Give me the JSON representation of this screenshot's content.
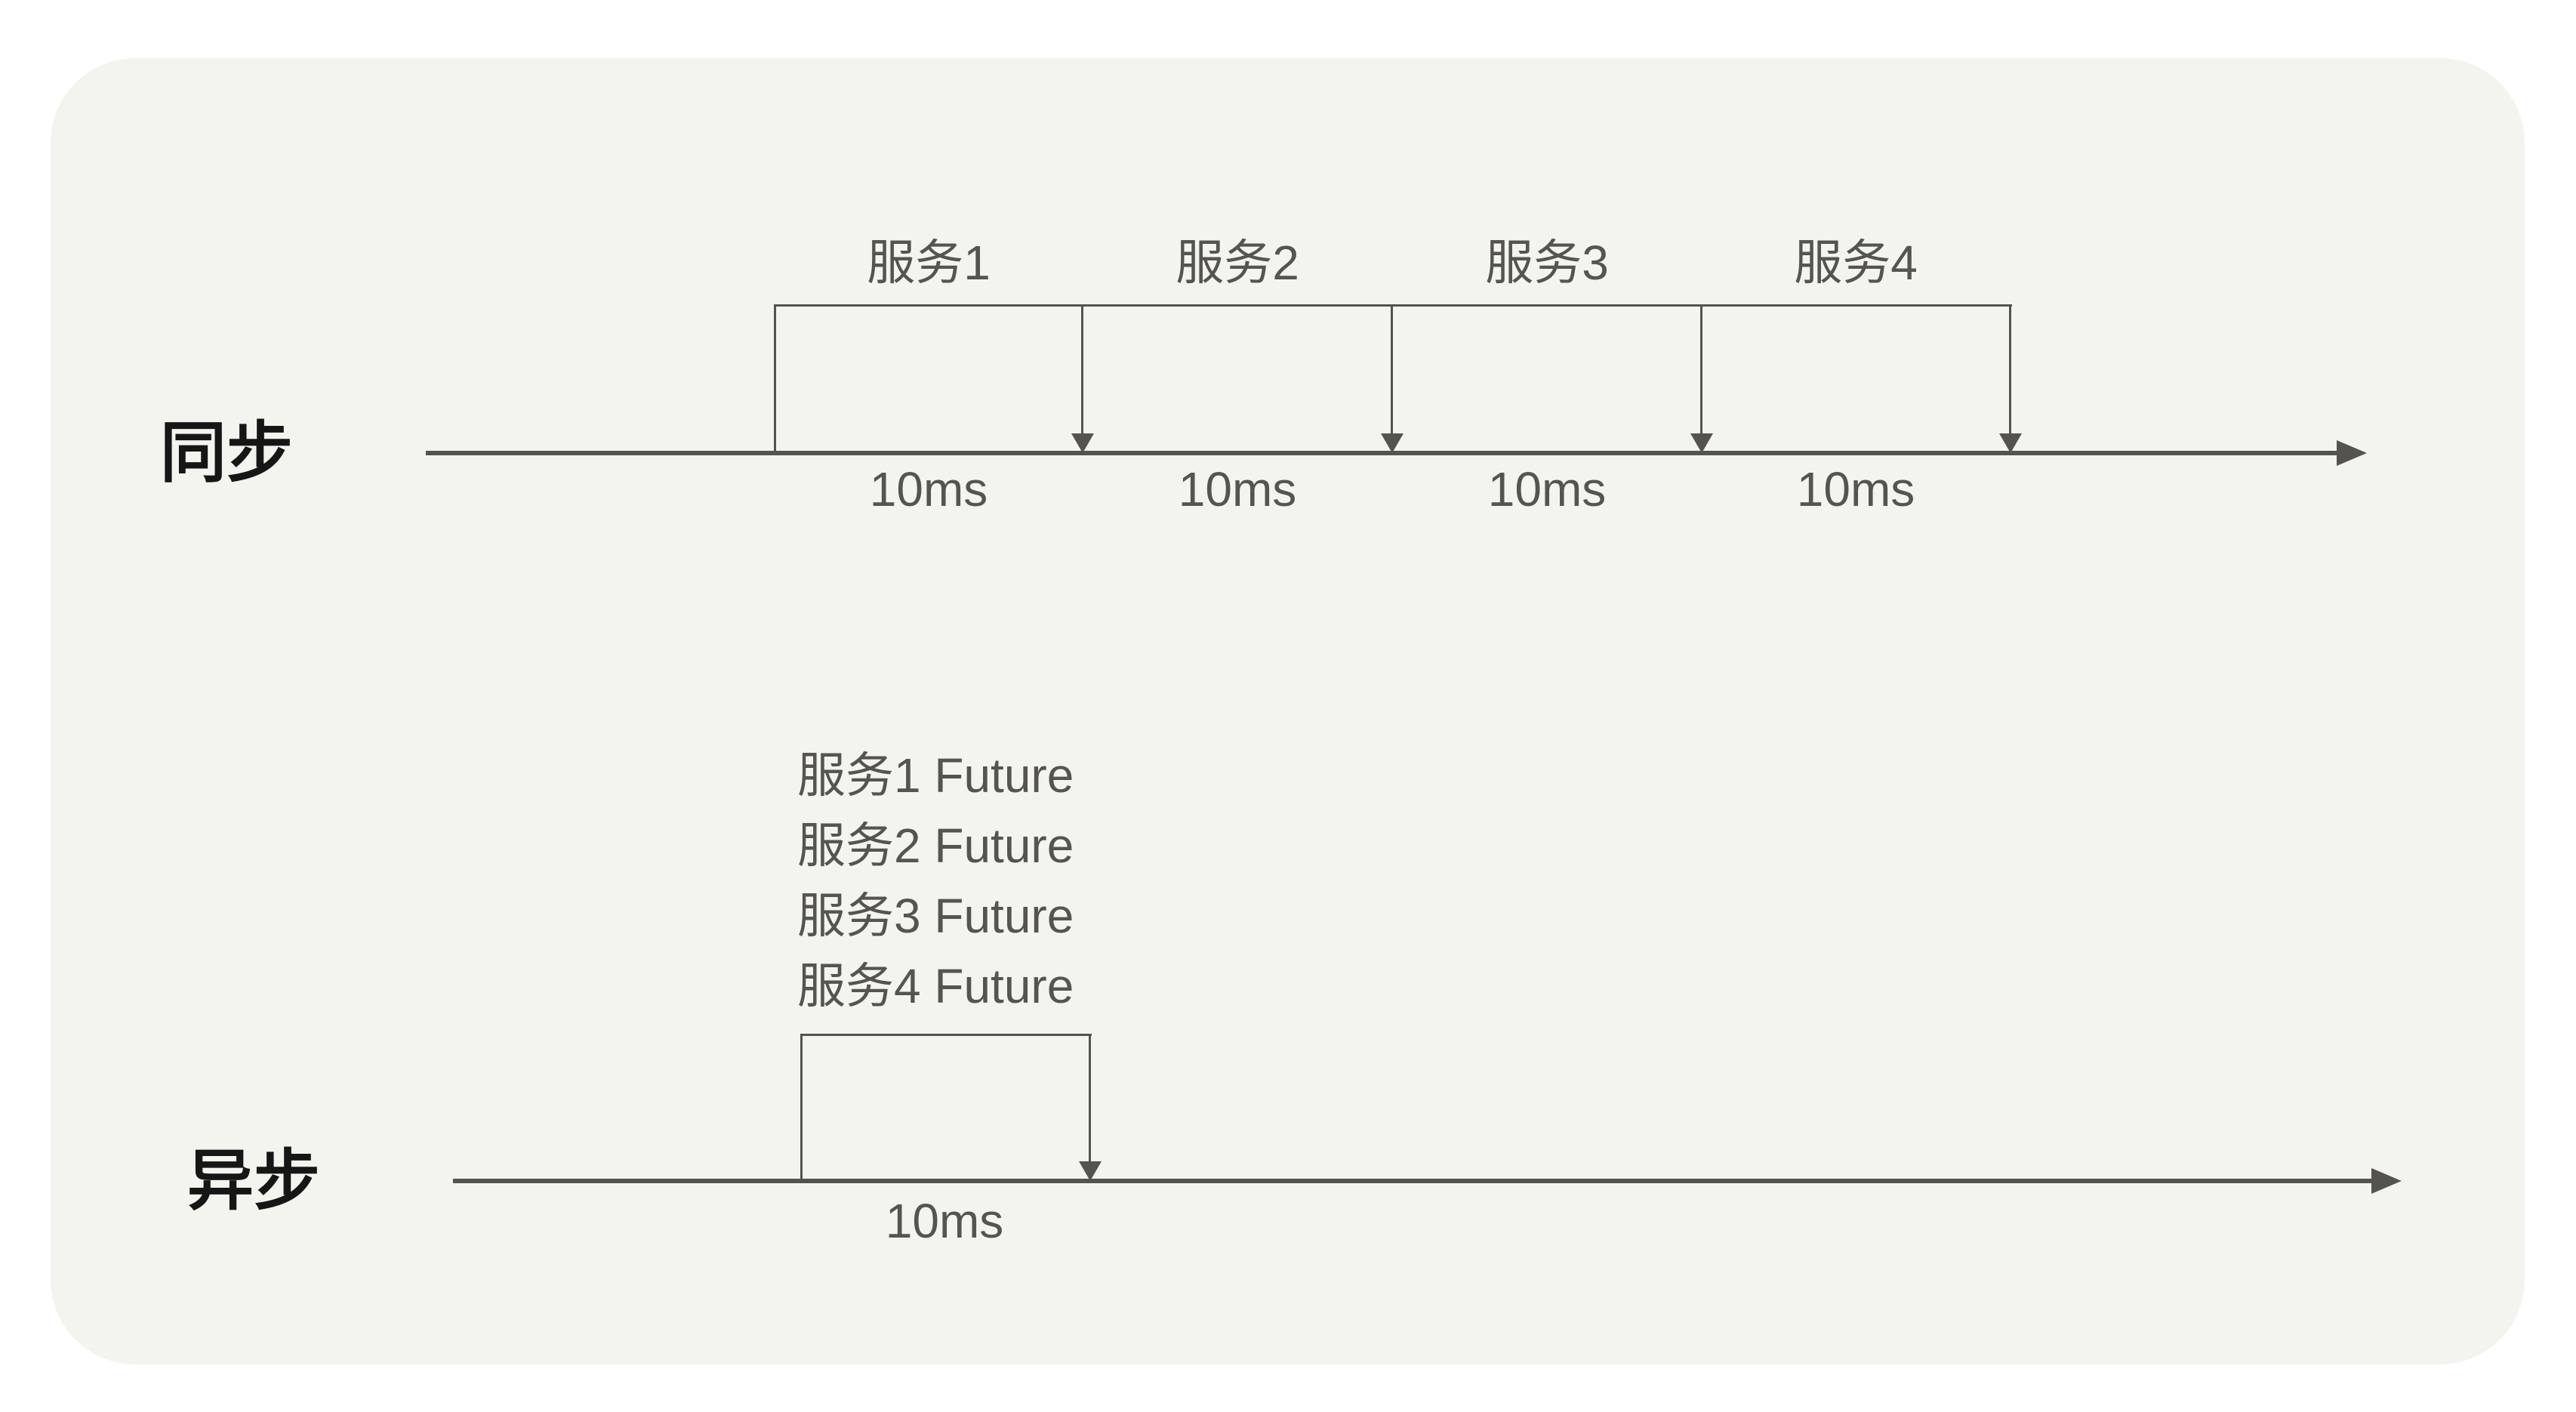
{
  "colors": {
    "page_bg": "#ffffff",
    "card_bg": "#f4f4ef",
    "line": "#55534e",
    "text_gray": "#565450",
    "text_black": "#161616"
  },
  "sync": {
    "label": "同步",
    "services": [
      "服务1",
      "服务2",
      "服务3",
      "服务4"
    ],
    "durations": [
      "10ms",
      "10ms",
      "10ms",
      "10ms"
    ]
  },
  "async": {
    "label": "异步",
    "futures": [
      "服务1 Future",
      "服务2 Future",
      "服务3 Future",
      "服务4 Future"
    ],
    "duration": "10ms"
  }
}
